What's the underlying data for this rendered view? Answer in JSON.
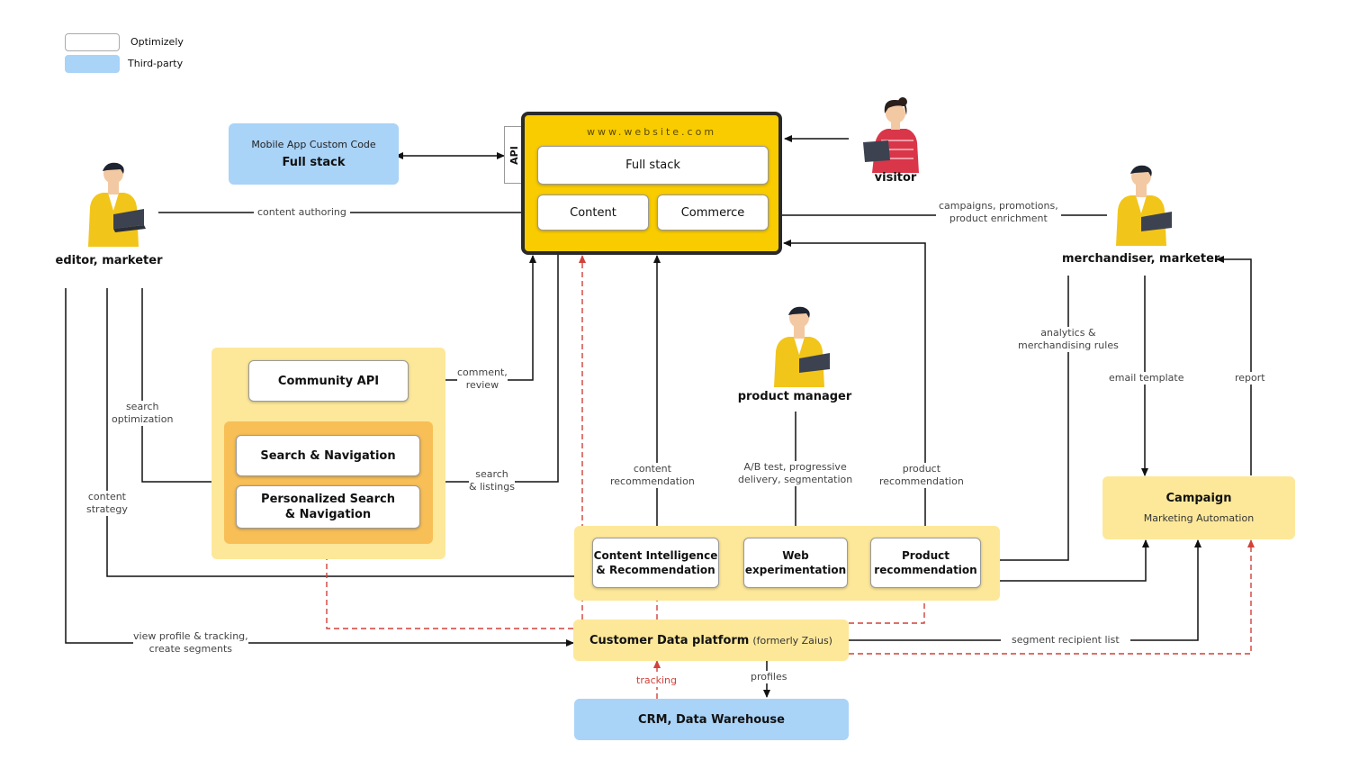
{
  "legend": {
    "optimizely": "Optimizely",
    "third_party": "Third-party"
  },
  "website": {
    "url": "www.website.com",
    "api": "API",
    "full_stack": "Full stack",
    "content": "Content",
    "commerce": "Commerce"
  },
  "mobile_app": {
    "title": "Mobile App Custom Code",
    "subtitle": "Full stack"
  },
  "actors": {
    "editor": "editor, marketer",
    "visitor": "visitor",
    "merchandiser": "merchandiser, marketer",
    "product_manager": "product manager"
  },
  "community_group": {
    "community_api": "Community API",
    "search_nav": "Search & Navigation",
    "personalized_line1": "Personalized Search",
    "personalized_line2": "& Navigation"
  },
  "experimentation_group": {
    "content_intel_line1": "Content Intelligence",
    "content_intel_line2": "& Recommendation",
    "web_exp_line1": "Web",
    "web_exp_line2": "experimentation",
    "product_rec_line1": "Product",
    "product_rec_line2": "recommendation"
  },
  "campaign": {
    "title": "Campaign",
    "subtitle": "Marketing Automation"
  },
  "cdp": {
    "title": "Customer Data platform",
    "note": "(formerly Zaius)"
  },
  "crm": {
    "title": "CRM, Data Warehouse"
  },
  "edge_labels": {
    "content_authoring": "content authoring",
    "campaigns_l1": "campaigns, promotions,",
    "campaigns_l2": "product enrichment",
    "comment_l1": "comment,",
    "comment_l2": "review",
    "search_opt_l1": "search",
    "search_opt_l2": "optimization",
    "search_listings_l1": "search",
    "search_listings_l2": "& listings",
    "content_strategy_l1": "content",
    "content_strategy_l2": "strategy",
    "content_rec_l1": "content",
    "content_rec_l2": "recommendation",
    "ab_test_l1": "A/B test, progressive",
    "ab_test_l2": "delivery, segmentation",
    "product_rec_l1": "product",
    "product_rec_l2": "recommendation",
    "analytics_l1": "analytics &",
    "analytics_l2": "merchandising rules",
    "email_template": "email template",
    "report": "report",
    "view_profile_l1": "view profile & tracking,",
    "view_profile_l2": "create segments",
    "segment_list": "segment recipient list",
    "tracking": "tracking",
    "profiles": "profiles"
  },
  "colors": {
    "optimizely_box": "#ffffff",
    "third_party_box": "#a9d3f7",
    "website_yellow": "#f9cc00",
    "group_light_yellow": "#fde89a",
    "group_orange": "#f8bf57",
    "tracking_red": "#d0423a"
  },
  "icons": {
    "person": "person-with-laptop-icon"
  }
}
